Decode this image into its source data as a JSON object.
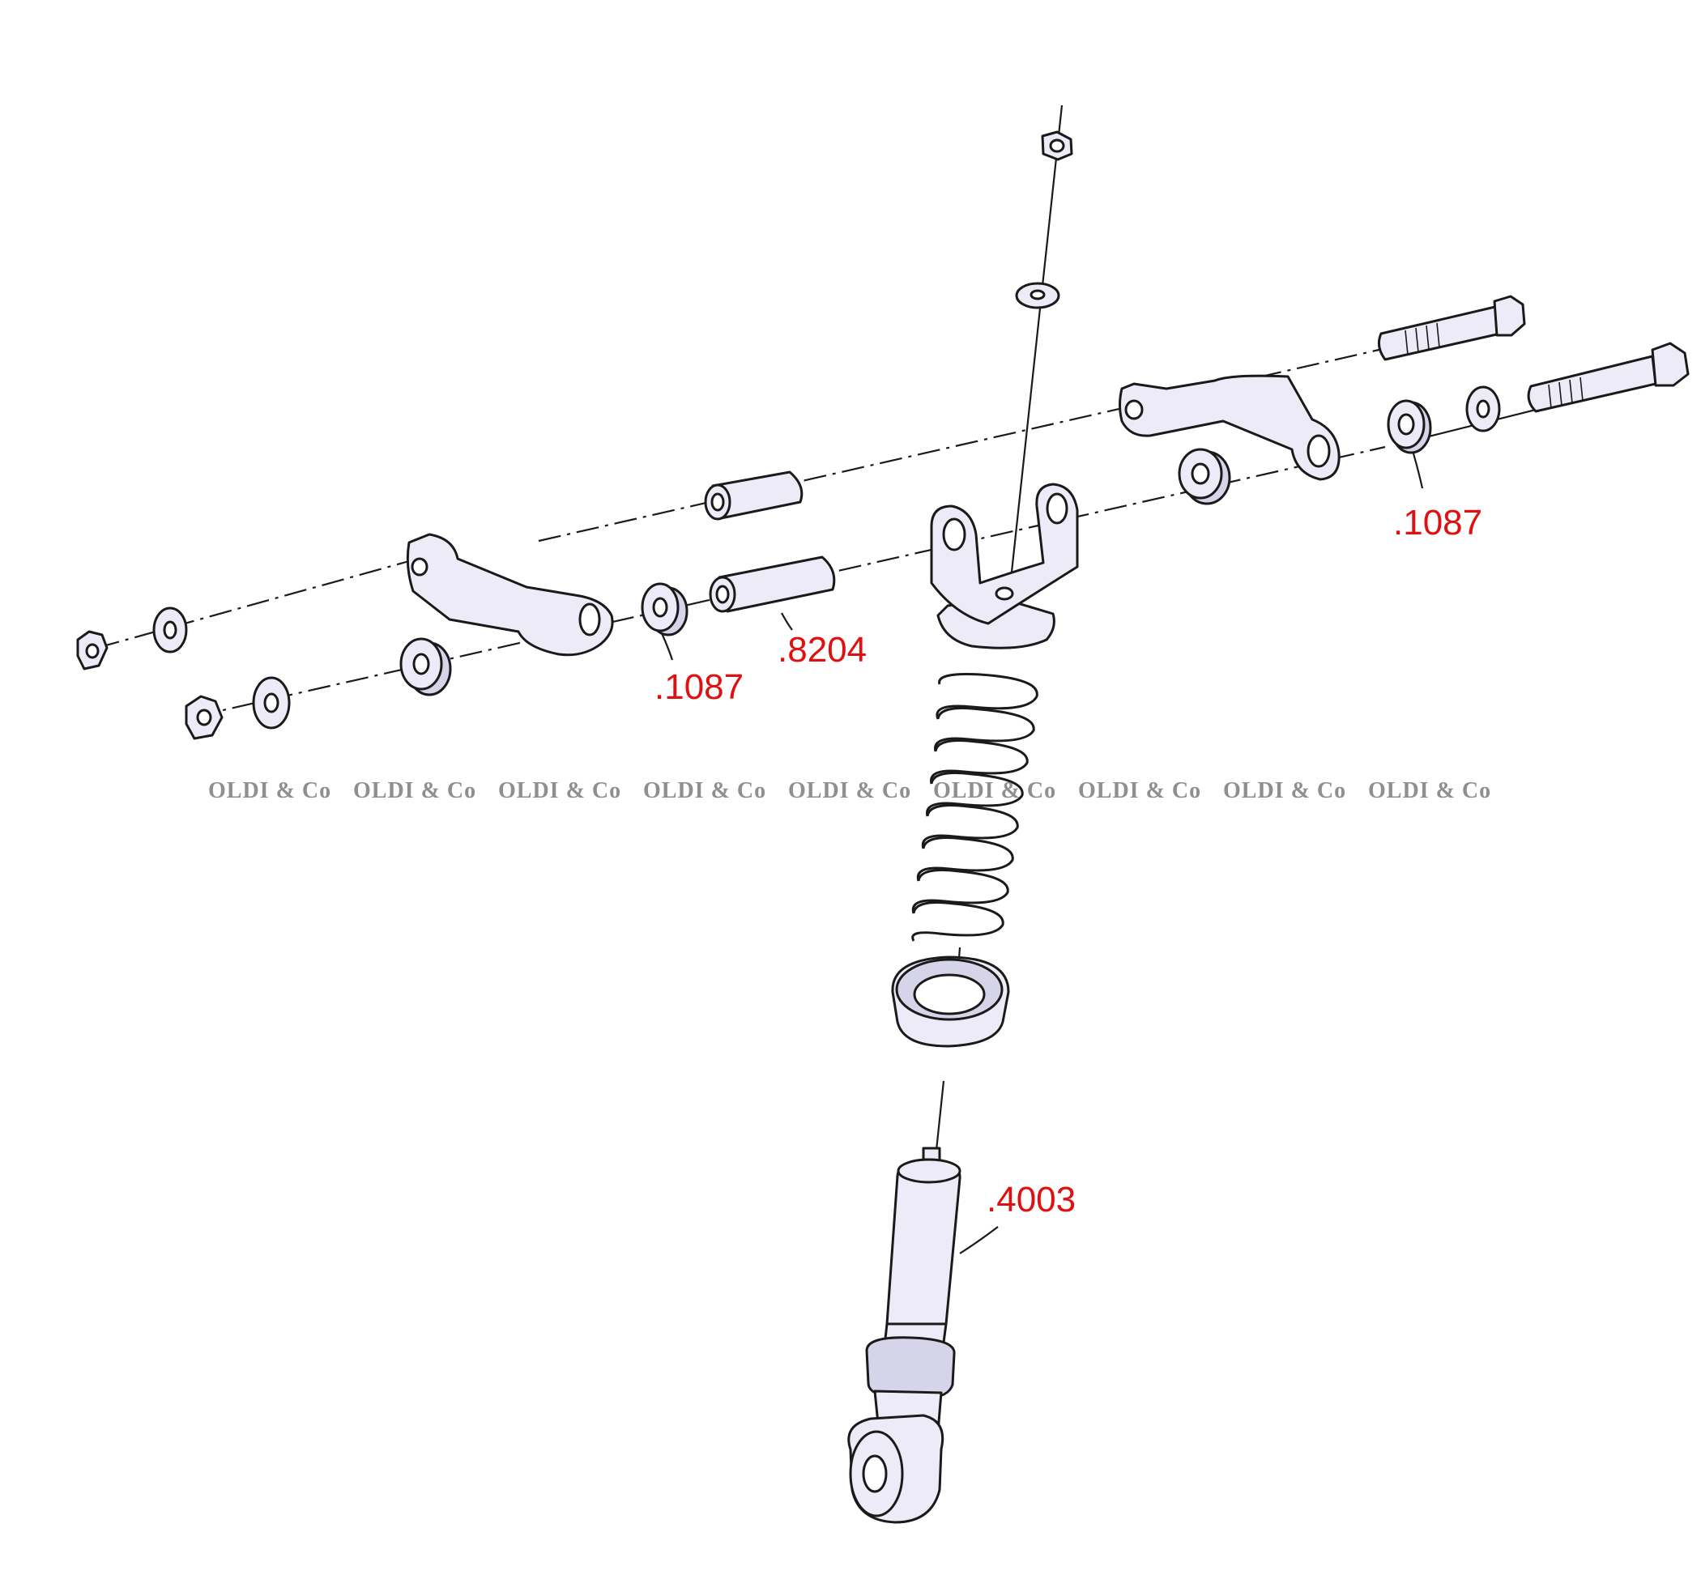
{
  "callouts": {
    "bushing_left": ".1087",
    "sleeve_left": ".8204",
    "bushing_right": ".1087",
    "shock_absorber": ".4003"
  },
  "watermark": {
    "text": "OLDI & Co",
    "repeat": 9
  },
  "colors": {
    "callout": "#e01010",
    "part_fill": "#ecebf7",
    "watermark": "#8f8f8f"
  }
}
